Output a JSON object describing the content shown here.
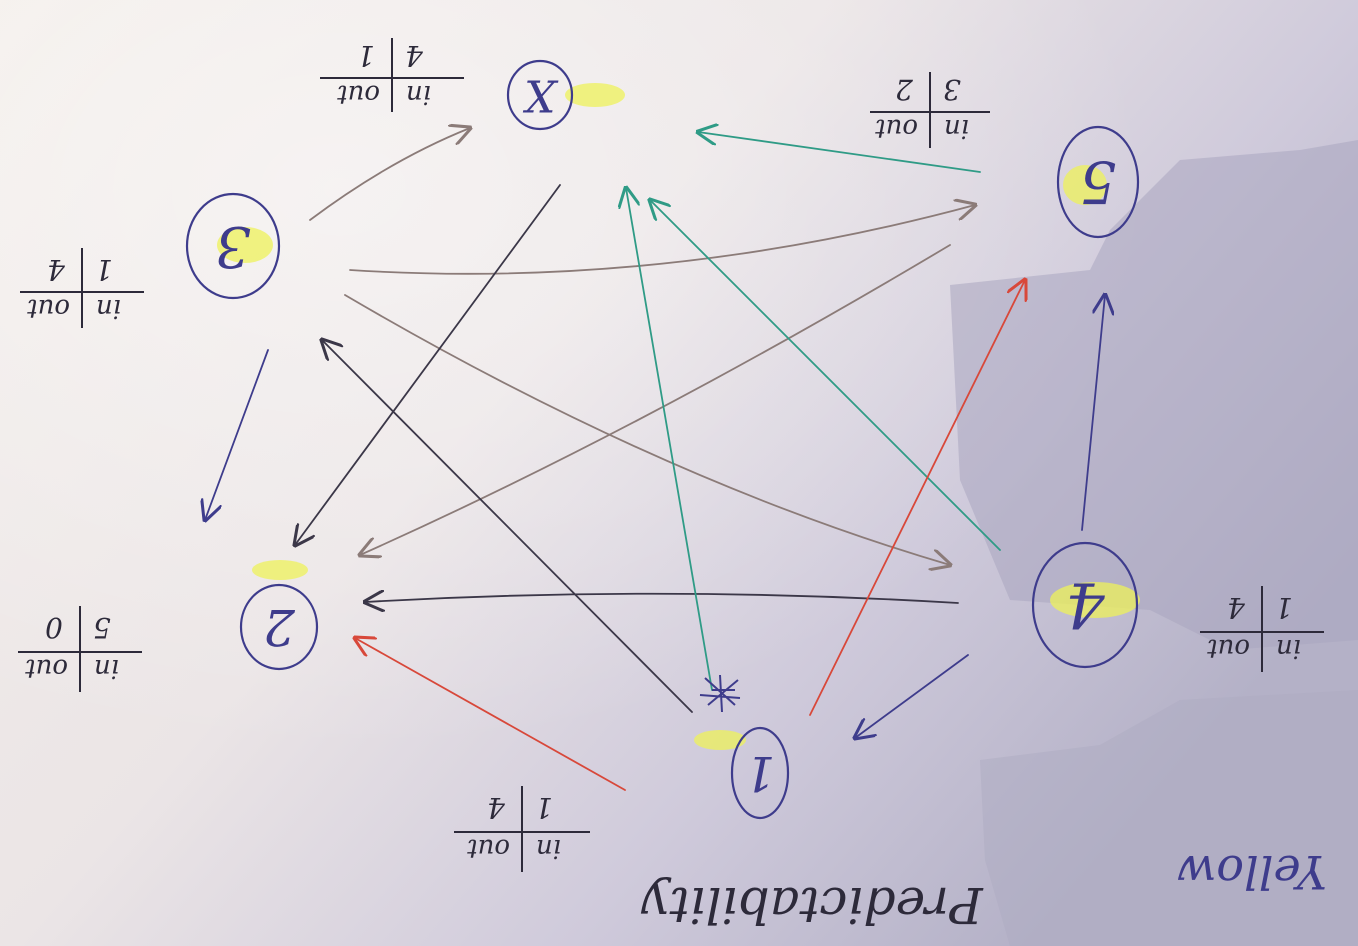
{
  "nodes": [
    {
      "id": "node-1",
      "label": "1"
    },
    {
      "id": "node-2",
      "label": "2"
    },
    {
      "id": "node-3",
      "label": "3"
    },
    {
      "id": "node-4",
      "label": "4"
    },
    {
      "id": "node-5",
      "label": "5"
    },
    {
      "id": "node-x",
      "label": "X"
    }
  ],
  "tallies": [
    {
      "id": "tally-node-x",
      "in_label": "in",
      "out_label": "out",
      "in": "4",
      "out": "1"
    },
    {
      "id": "tally-node-5",
      "in_label": "in",
      "out_label": "out",
      "in": "3",
      "out": "2"
    },
    {
      "id": "tally-node-3",
      "in_label": "in",
      "out_label": "out",
      "in": "1",
      "out": "4"
    },
    {
      "id": "tally-node-2",
      "in_label": "in",
      "out_label": "out",
      "in": "5",
      "out": "0"
    },
    {
      "id": "tally-node-4",
      "in_label": "in",
      "out_label": "out",
      "in": "1",
      "out": "4"
    },
    {
      "id": "tally-node-1",
      "in_label": "in",
      "out_label": "out",
      "in": "1",
      "out": "4"
    }
  ],
  "notes": {
    "title": "Predictability",
    "color_word": "Yellow"
  },
  "colors": {
    "paper_light": "#f1ece9",
    "paper_shadow": "#b9b6c9",
    "ink_blue": "#3e3c8c",
    "ink_black": "#3b3748",
    "ink_green": "#2f9b86",
    "ink_red": "#d8483a",
    "ink_grey": "#8b7b78",
    "highlighter": "#eef25a"
  }
}
